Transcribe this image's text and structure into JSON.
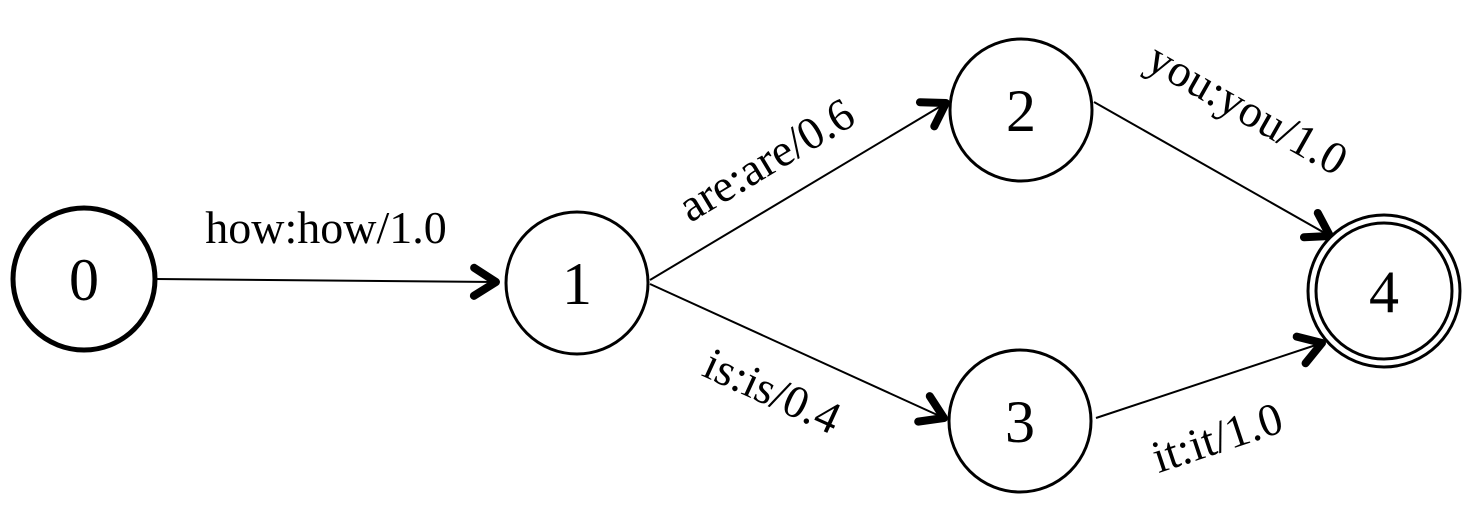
{
  "diagram": {
    "type": "weighted-finite-state-transducer",
    "states": [
      {
        "id": "0",
        "label": "0",
        "initial": true,
        "final": false
      },
      {
        "id": "1",
        "label": "1",
        "initial": false,
        "final": false
      },
      {
        "id": "2",
        "label": "2",
        "initial": false,
        "final": false
      },
      {
        "id": "3",
        "label": "3",
        "initial": false,
        "final": false
      },
      {
        "id": "4",
        "label": "4",
        "initial": false,
        "final": true
      }
    ],
    "transitions": [
      {
        "from": "0",
        "to": "1",
        "label": "how:how/1.0"
      },
      {
        "from": "1",
        "to": "2",
        "label": "are:are/0.6"
      },
      {
        "from": "1",
        "to": "3",
        "label": "is:is/0.4"
      },
      {
        "from": "2",
        "to": "4",
        "label": "you:you/1.0"
      },
      {
        "from": "3",
        "to": "4",
        "label": "it:it/1.0"
      }
    ]
  }
}
